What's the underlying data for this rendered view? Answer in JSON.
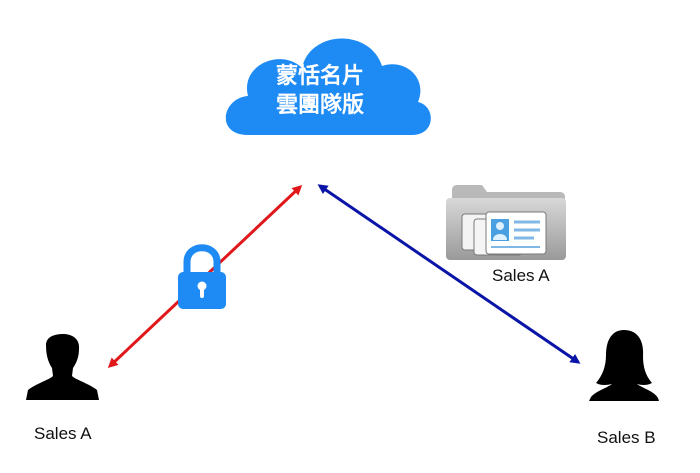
{
  "cloud": {
    "line1": "蒙恬名片",
    "line2": "雲團隊版",
    "color": "#1E8BF5"
  },
  "users": [
    {
      "label": "Sales A"
    },
    {
      "label": "Sales B"
    }
  ],
  "folder": {
    "label": "Sales A"
  },
  "links": {
    "secure_color": "#E0181B",
    "share_color": "#0A15A8",
    "lock_color": "#1E8BF5"
  }
}
